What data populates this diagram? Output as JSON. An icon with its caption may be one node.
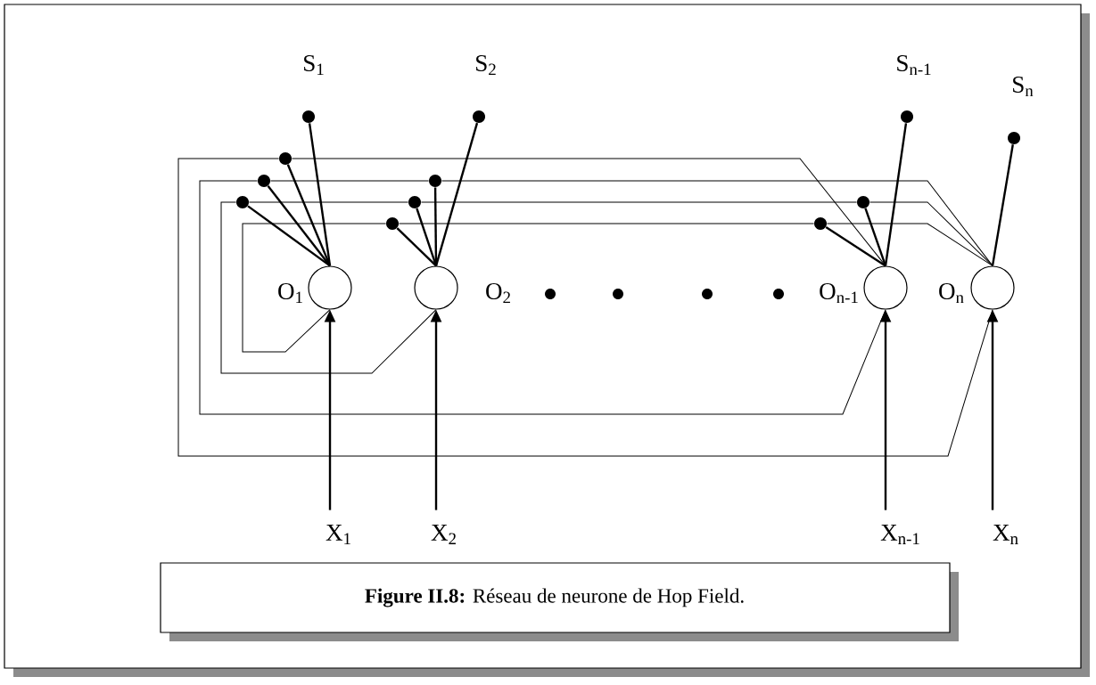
{
  "diagram": {
    "caption": "**Figure II.8:** Réseau de neurone de Hop Field.",
    "nodes": [
      {
        "text": [],
        "shape": "circle",
        "beside": [
          "S$_{1}$"
        ]
      },
      {
        "text": [],
        "shape": "circle",
        "beside": [
          "S$_{2}$"
        ]
      },
      {
        "text": [],
        "shape": "circle",
        "beside": [
          "S$_{n-1}$"
        ]
      },
      {
        "text": [],
        "shape": "circle",
        "beside": [
          "S$_{n}$"
        ]
      },
      {
        "text": [],
        "shape": "circle",
        "beside": [
          "O$_{1}$"
        ]
      },
      {
        "text": [],
        "shape": "circle",
        "beside": [
          "O$_{2}$"
        ]
      },
      {
        "text": [],
        "shape": "circle",
        "beside": [
          "O$_{n-1}$"
        ]
      },
      {
        "text": [],
        "shape": "circle",
        "beside": [
          "O$_{n}$"
        ]
      },
      {
        "text": [],
        "shape": "circle"
      },
      {
        "text": [],
        "shape": "circle"
      },
      {
        "text": [],
        "shape": "circle"
      },
      {
        "text": [],
        "shape": "circle"
      },
      {
        "text": [],
        "shape": "circle"
      },
      {
        "text": [],
        "shape": "circle"
      },
      {
        "text": [],
        "shape": "circle"
      },
      {
        "text": [],
        "shape": "circle"
      },
      {
        "text": [
          "X$_{1}$"
        ]
      },
      {
        "text": [
          "X$_{2}$"
        ]
      },
      {
        "text": [
          "X$_{n-1}$"
        ]
      },
      {
        "text": [
          "X$_{n}$"
        ]
      }
    ],
    "edges": [
      {
        "from": 4,
        "to": 0,
        "arrow": "none"
      },
      {
        "from": 5,
        "to": 1,
        "arrow": "none"
      },
      {
        "from": 6,
        "to": 2,
        "arrow": "none"
      },
      {
        "from": 7,
        "to": 3,
        "arrow": "none"
      },
      {
        "from": 16,
        "to": 4,
        "arrow": "to"
      },
      {
        "from": 17,
        "to": 5,
        "arrow": "to"
      },
      {
        "from": 18,
        "to": 6,
        "arrow": "to"
      },
      {
        "from": 19,
        "to": 7,
        "arrow": "to"
      },
      {
        "from": 4,
        "to": 8,
        "arrow": "none"
      },
      {
        "from": 4,
        "to": 9,
        "arrow": "none"
      },
      {
        "from": 4,
        "to": 11,
        "arrow": "none"
      },
      {
        "from": 5,
        "to": 10,
        "arrow": "none"
      },
      {
        "from": 5,
        "to": 12,
        "arrow": "none"
      },
      {
        "from": 5,
        "to": 14,
        "arrow": "none"
      },
      {
        "from": 6,
        "to": 13,
        "arrow": "none"
      },
      {
        "from": 6,
        "to": 15,
        "arrow": "none"
      },
      {
        "from": 6,
        "to": 8,
        "arrow": "none"
      },
      {
        "from": 8,
        "to": 7,
        "arrow": "none"
      },
      {
        "from": 7,
        "to": 10,
        "arrow": "none"
      },
      {
        "from": 10,
        "to": 9,
        "arrow": "none"
      },
      {
        "from": 9,
        "to": 6,
        "arrow": "none"
      },
      {
        "from": 7,
        "to": 13,
        "arrow": "none"
      },
      {
        "from": 13,
        "to": 12,
        "arrow": "none"
      },
      {
        "from": 12,
        "to": 11,
        "arrow": "none"
      },
      {
        "from": 11,
        "to": 5,
        "arrow": "none"
      },
      {
        "from": 7,
        "to": 15,
        "arrow": "none"
      },
      {
        "from": 15,
        "to": 14,
        "arrow": "none"
      },
      {
        "from": 14,
        "to": 4,
        "arrow": "none"
      }
    ]
  }
}
